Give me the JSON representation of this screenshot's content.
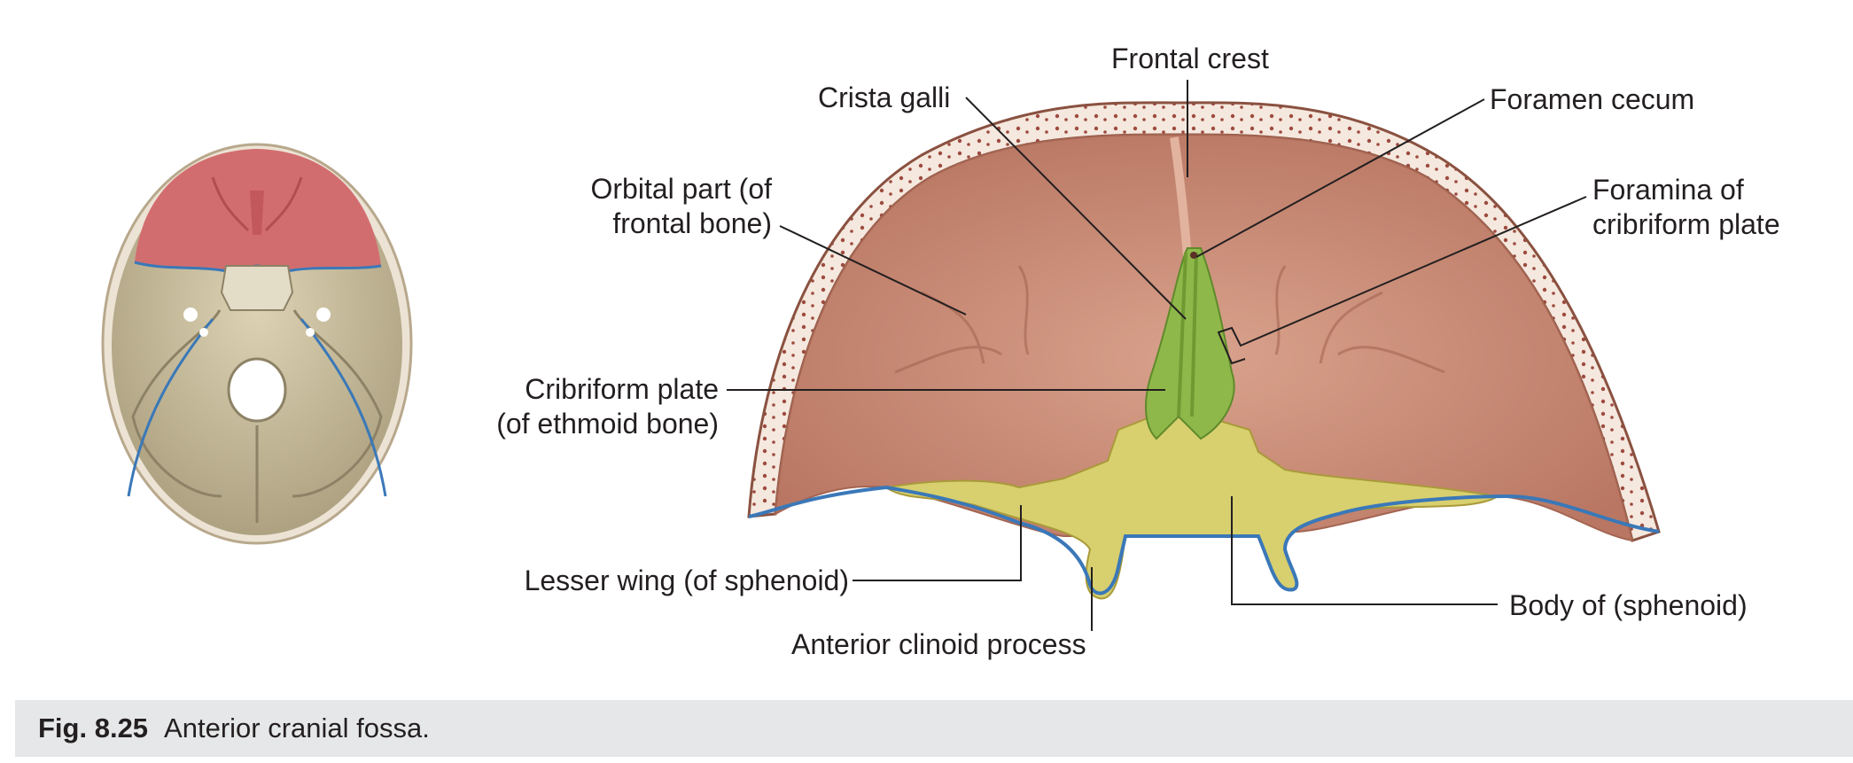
{
  "labels": {
    "frontal_crest": "Frontal crest",
    "crista_galli": "Crista galli",
    "foramen_cecum": "Foramen cecum",
    "orbital_part_1": "Orbital part (of",
    "orbital_part_2": "frontal bone)",
    "foramina_1": "Foramina of",
    "foramina_2": "cribriform plate",
    "cribriform_1": "Cribriform plate",
    "cribriform_2": "(of ethmoid bone)",
    "lesser_wing": "Lesser wing (of sphenoid)",
    "anterior_clinoid": "Anterior clinoid process",
    "body_sphenoid": "Body of (sphenoid)"
  },
  "caption": {
    "number": "Fig. 8.25",
    "text": "Anterior cranial fossa."
  },
  "colors": {
    "frontal_bone": "#c98a74",
    "frontal_highlight": "#d9a28c",
    "ethmoid": "#8fb84a",
    "sphenoid": "#d8cf6e",
    "skull_rim": "#f3e6dc",
    "outline_blue": "#3a78b8",
    "thumbnail_red": "#d26d6f",
    "thumbnail_bone": "#c7bb98"
  }
}
